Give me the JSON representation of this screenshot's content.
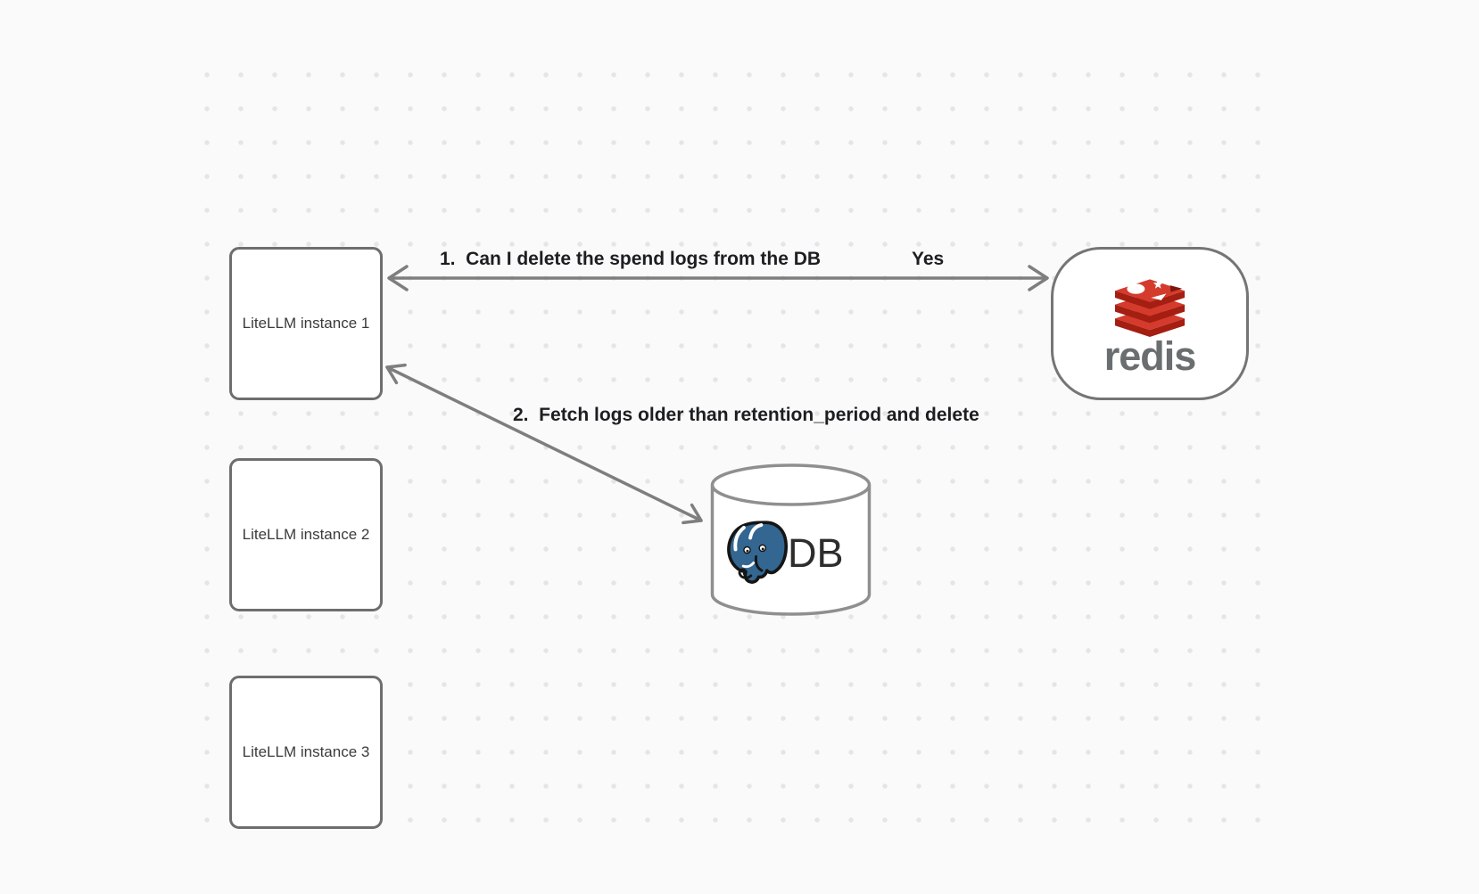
{
  "diagram": {
    "nodes": {
      "instance1": "LiteLLM instance 1",
      "instance2": "LiteLLM instance 2",
      "instance3": "LiteLLM instance 3",
      "redis_label": "redis",
      "db_label": "DB"
    },
    "edges": {
      "edge1_label": "1.  Can I delete the spend logs from the DB",
      "edge1_response": "Yes",
      "edge2_label": "2.  Fetch logs older than retention_period and delete"
    },
    "icons": {
      "redis": "redis-logo-icon",
      "postgres": "postgresql-elephant-icon"
    },
    "colors": {
      "background": "#fafafa",
      "grid_dot": "#e5e5e5",
      "shape_stroke": "#6e6e6e",
      "arrow_stroke": "#7e7e7e",
      "edge_label_text": "#1c1e21",
      "node_text": "#3b3b3b",
      "redis_red_light": "#d43b2d",
      "redis_red_dark": "#a41e11",
      "redis_wordmark": "#6b6e70",
      "postgres_blue": "#336791",
      "db_text": "#2d2d2d"
    }
  }
}
